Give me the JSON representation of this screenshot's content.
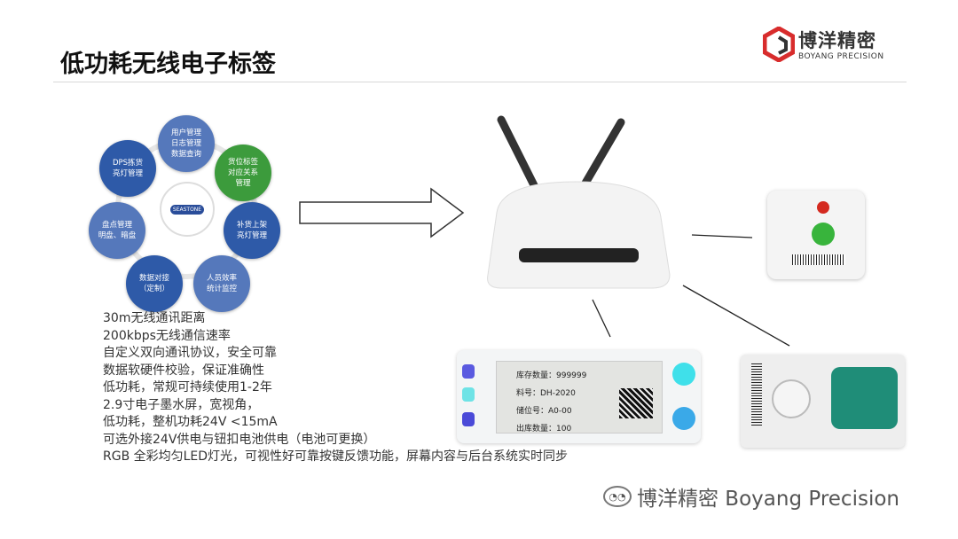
{
  "header": {
    "title": "低功耗无线电子标签"
  },
  "logo": {
    "cn": "博洋精密",
    "en": "BOYANG PRECISION"
  },
  "wheel": {
    "center": "SEASTONE",
    "nodes": [
      {
        "lines": [
          "用户管理",
          "日志管理",
          "数据查询"
        ]
      },
      {
        "lines": [
          "货位标签",
          "对应关系",
          "管理"
        ]
      },
      {
        "lines": [
          "补货上架",
          "亮灯管理"
        ]
      },
      {
        "lines": [
          "人员效率",
          "统计监控"
        ]
      },
      {
        "lines": [
          "数据对接",
          "（定制）"
        ]
      },
      {
        "lines": [
          "盘点管理",
          "明盘、暗盘"
        ]
      },
      {
        "lines": [
          "DPS拣货",
          "亮灯管理"
        ]
      }
    ]
  },
  "specs": [
    "30m无线通讯距离",
    "200kbps无线通信速率",
    "自定义双向通讯协议，安全可靠",
    "数据软硬件校验，保证准确性",
    "低功耗，常规可持续使用1-2年",
    "2.9寸电子墨水屏，宽视角，",
    "低功耗，整机功耗24V <15mA",
    "可选外接24V供电与钮扣电池供电（电池可更换）",
    "RGB 全彩均匀LED灯光，可视性好可靠按键反馈功能，屏幕内容与后台系统实时同步"
  ],
  "tag_screen": [
    "库存数量：999999",
    "料号：DH-2020",
    "储位号：A0-00",
    "出库数量：100"
  ],
  "watermark": "博洋精密 Boyang Precision"
}
